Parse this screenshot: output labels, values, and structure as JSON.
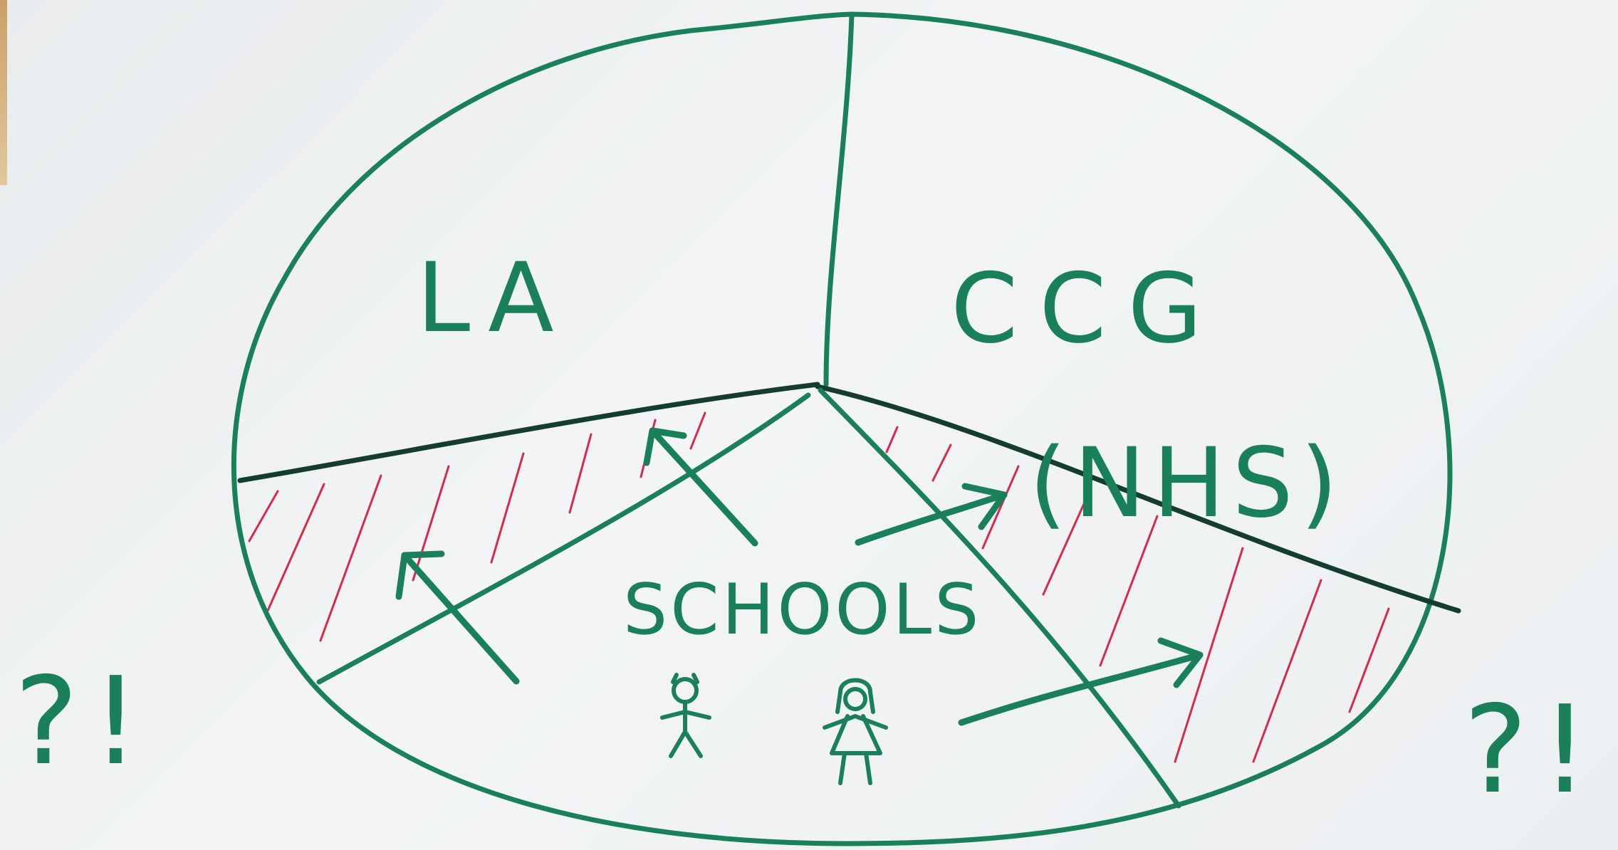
{
  "labels": {
    "la": "LA",
    "ccg": "CCG",
    "nhs": "(NHS)",
    "schools": "SCHOOLS",
    "exclaim_left": "?!",
    "exclaim_right": "?!"
  },
  "colors": {
    "ink_green": "#19805a",
    "ink_dark": "#143d30",
    "hatch_red": "#d8294a",
    "paper": "#eef0f1"
  },
  "icons": [
    "stick-figure-boy-icon",
    "stick-figure-girl-icon"
  ]
}
